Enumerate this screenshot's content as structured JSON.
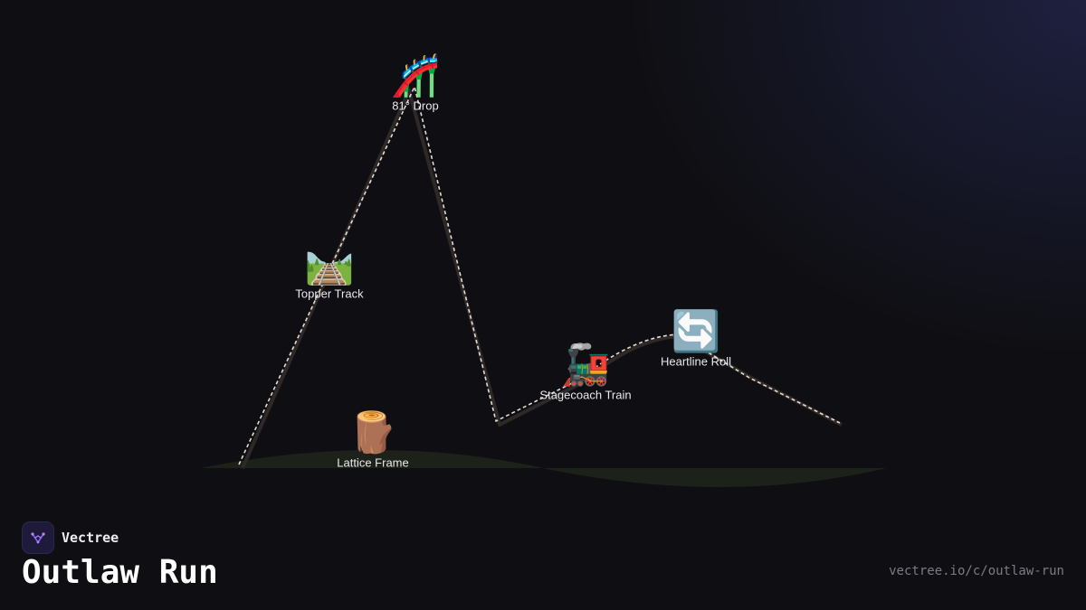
{
  "title": "Outlaw Run",
  "brand": {
    "name": "Vectree",
    "logo_icon": "vectree-logo-icon",
    "accent": "#8b5cf6"
  },
  "url": "vectree.io/c/outlaw-run",
  "colors": {
    "background": "#0f0f13",
    "track_solid": "#2e2926",
    "track_dashed": "#e4dcd2",
    "ground": "#1c2219",
    "label": "#e8e8ee"
  },
  "nodes": [
    {
      "id": "drop",
      "label": "81° Drop",
      "icon": "roller-coaster-icon",
      "glyph": "🎢"
    },
    {
      "id": "topper",
      "label": "Topper Track",
      "icon": "railway-track-icon",
      "glyph": "🛤️"
    },
    {
      "id": "heartline",
      "label": "Heartline Roll",
      "icon": "clockwise-arrows-icon",
      "glyph": "🔄"
    },
    {
      "id": "stagecoach",
      "label": "Stagecoach Train",
      "icon": "locomotive-icon",
      "glyph": "🚂"
    },
    {
      "id": "lattice",
      "label": "Lattice Frame",
      "icon": "wood-log-icon",
      "glyph": "🪵"
    }
  ]
}
